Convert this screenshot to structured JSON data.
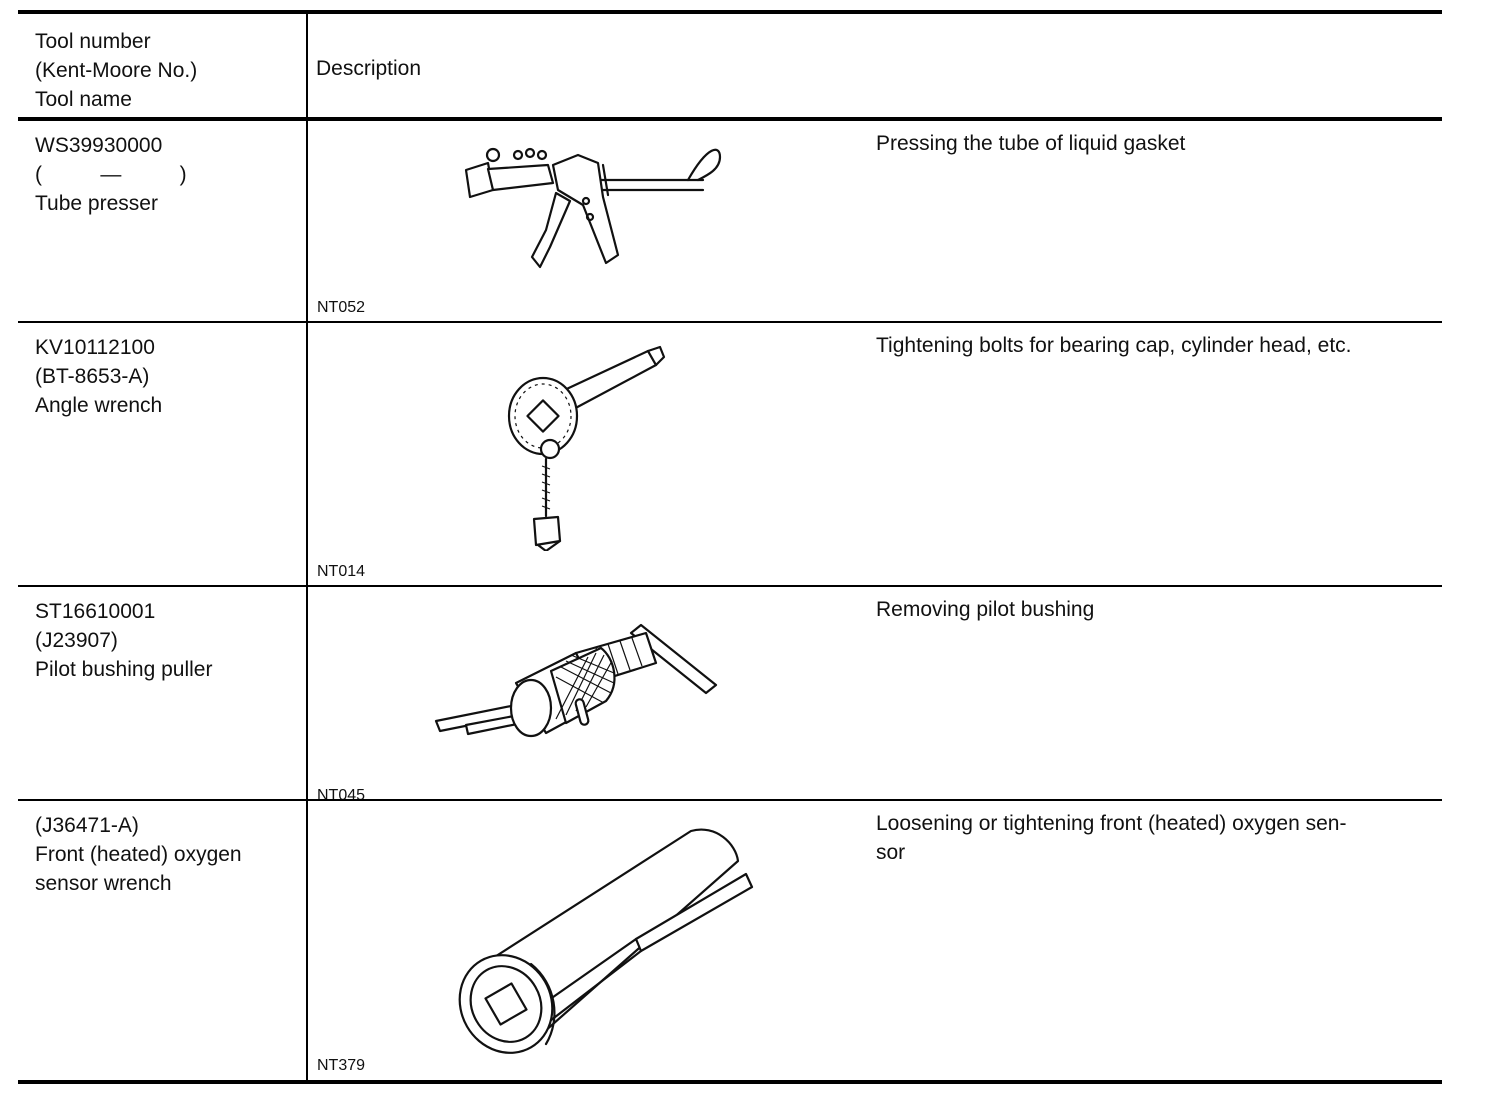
{
  "header": {
    "col1_line1": "Tool number",
    "col1_line2": "(Kent-Moore No.)",
    "col1_line3": "Tool name",
    "col2": "Description"
  },
  "rows": [
    {
      "tool_number": "WS39930000",
      "kent_moore": "(          —          )",
      "tool_name": "Tube presser",
      "figure_code": "NT052",
      "description": "Pressing the tube of liquid gasket",
      "icon": "tube-presser-icon"
    },
    {
      "tool_number": "KV10112100",
      "kent_moore": "(BT-8653-A)",
      "tool_name": "Angle wrench",
      "figure_code": "NT014",
      "description": "Tightening bolts for bearing cap, cylinder head, etc.",
      "icon": "angle-wrench-icon"
    },
    {
      "tool_number": "ST16610001",
      "kent_moore": "(J23907)",
      "tool_name": "Pilot bushing puller",
      "figure_code": "NT045",
      "description": "Removing pilot bushing",
      "icon": "pilot-bushing-puller-icon"
    },
    {
      "tool_number": "(J36471-A)",
      "kent_moore": "Front (heated) oxygen",
      "tool_name": "sensor wrench",
      "figure_code": "NT379",
      "description": "Loosening or tightening front (heated) oxygen sen-",
      "description_line2": "sor",
      "icon": "oxygen-sensor-wrench-icon"
    }
  ]
}
